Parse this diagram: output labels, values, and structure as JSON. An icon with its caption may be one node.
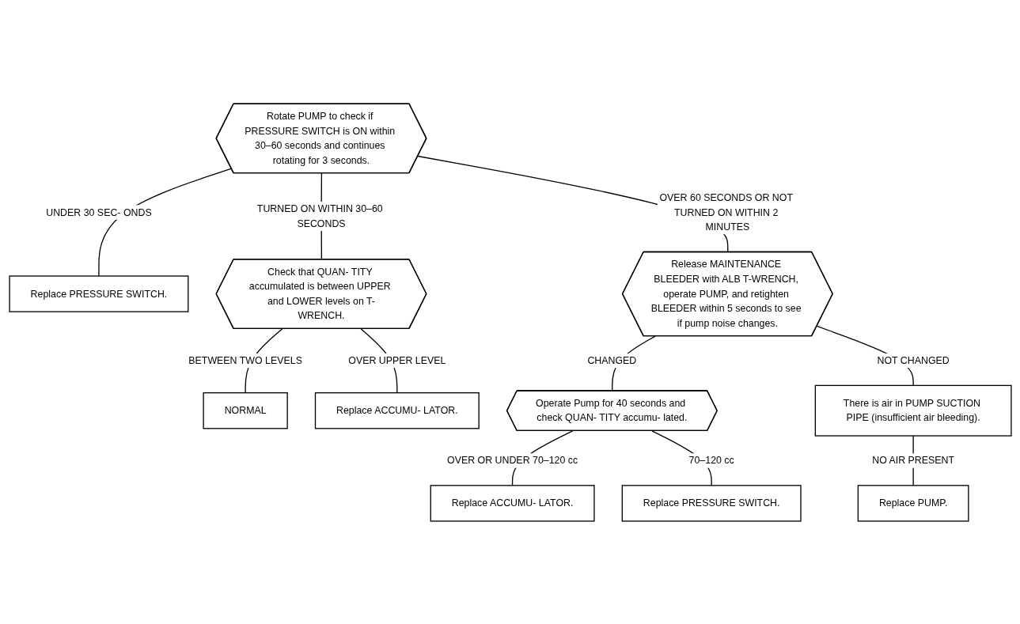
{
  "diagram": {
    "nodes": [
      {
        "text": [
          "Replace PRESSURE SWITCH."
        ]
      },
      {
        "text": [
          "Rotate PUMP to check if PRESSURE SWITCH is ON within 30–60 seconds and continues rotating for 3 seconds."
        ]
      },
      {
        "text": [
          "Replace ACCUMU- LATOR."
        ]
      },
      {
        "text": [
          "Operate Pump for 40 seconds and check QUAN- TITY accumu- lated."
        ]
      },
      {
        "text": [
          "Release MAINTENANCE BLEEDER with ALB T-WRENCH, operate PUMP, and retighten BLEEDER within 5 seconds to see if pump noise changes."
        ]
      },
      {
        "text": [
          "Check that QUAN- TITY accumulated is between UPPER and LOWER levels on T-WRENCH."
        ]
      },
      {
        "text": [
          "NORMAL"
        ]
      },
      {
        "text": [
          "There is air in PUMP SUCTION PIPE (insufficient air bleeding)."
        ]
      },
      {
        "text": [
          "Replace ACCUMU- LATOR."
        ]
      },
      {
        "text": [
          "Replace PRESSURE SWITCH."
        ]
      },
      {
        "text": [
          "Replace PUMP."
        ]
      }
    ],
    "edges": [
      {
        "from": 1,
        "to": 0,
        "arrow": "none",
        "label": "UNDER 30 SEC- ONDS"
      },
      {
        "from": 1,
        "to": 5,
        "arrow": "none",
        "label": "TURNED ON WITHIN 30–60 SECONDS"
      },
      {
        "from": 1,
        "to": 4,
        "arrow": "none",
        "label": "OVER 60 SECONDS OR NOT TURNED ON WITHIN 2 MINUTES"
      },
      {
        "from": 4,
        "to": 3,
        "arrow": "none",
        "label": "CHANGED"
      },
      {
        "from": 3,
        "to": 2,
        "arrow": "none",
        "label": "OVER OR UNDER 70–120 cc"
      },
      {
        "from": 3,
        "to": 9,
        "arrow": "none",
        "label": "70–120 cc"
      },
      {
        "from": 4,
        "to": 7,
        "arrow": "none",
        "label": "NOT CHANGED"
      },
      {
        "from": 7,
        "to": 10,
        "arrow": "none",
        "label": "NO AIR PRESENT"
      },
      {
        "from": 5,
        "to": 6,
        "arrow": "none",
        "label": "BETWEEN TWO LEVELS"
      },
      {
        "from": 5,
        "to": 8,
        "arrow": "none",
        "label": "OVER UPPER LEVEL"
      }
    ]
  }
}
